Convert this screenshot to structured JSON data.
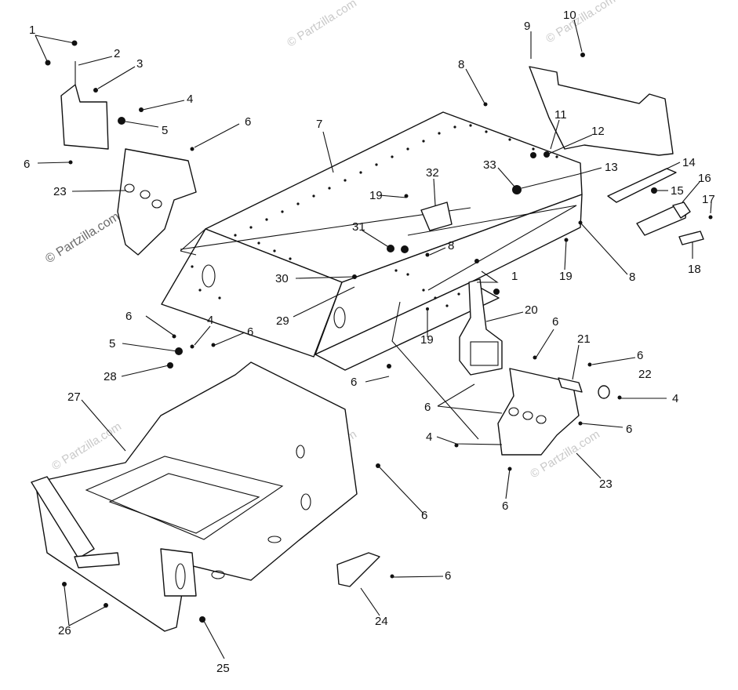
{
  "watermark": {
    "primary": "© Partzilla.com",
    "secondary": "© Partzilla.com"
  },
  "callouts": {
    "c1": "1",
    "c1b": "1",
    "c2": "2",
    "c3": "3",
    "c4": "4",
    "c4b": "4",
    "c4c": "4",
    "c4d": "4",
    "c5": "5",
    "c5b": "5",
    "c6a": "6",
    "c6b": "6",
    "c6c": "6",
    "c6d": "6",
    "c6e": "6",
    "c6f": "6",
    "c6g": "6",
    "c6h": "6",
    "c6i": "6",
    "c6j": "6",
    "c6k": "6",
    "c6l": "6",
    "c7": "7",
    "c8": "8",
    "c8b": "8",
    "c8c": "8",
    "c9": "9",
    "c10": "10",
    "c11": "11",
    "c12": "12",
    "c13": "13",
    "c14": "14",
    "c15": "15",
    "c16": "16",
    "c17": "17",
    "c18": "18",
    "c19": "19",
    "c19b": "19",
    "c19c": "19",
    "c20": "20",
    "c21": "21",
    "c22": "22",
    "c23": "23",
    "c23b": "23",
    "c24": "24",
    "c25": "25",
    "c26": "26",
    "c27": "27",
    "c28": "28",
    "c29": "29",
    "c30": "30",
    "c31": "31",
    "c32": "32",
    "c33": "33"
  }
}
